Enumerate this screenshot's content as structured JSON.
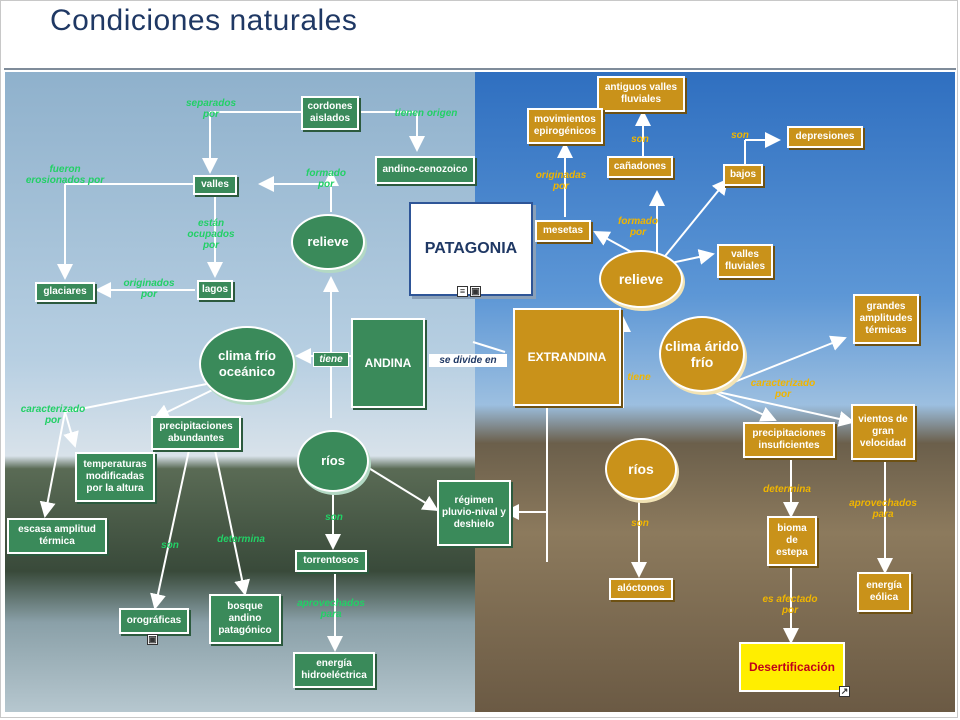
{
  "slide": {
    "title": "Condiciones naturales"
  },
  "colors": {
    "andina_green": "#3a8a5a",
    "extrandina_gold": "#c9921a",
    "title_blue": "#1f3864"
  },
  "icons": [
    "document-icon",
    "image-icon",
    "image-icon",
    "link-arrow-icon"
  ],
  "nodes": {
    "patagonia": "PATAGONIA",
    "andina": "ANDINA",
    "extrandina": "EXTRANDINA",
    "se_divide_en": "se divide en",
    "tiene_andina": "tiene",
    "tiene_extrandina": "tiene",
    "andina_side": {
      "relieve": "relieve",
      "clima": "clima frío oceánico",
      "rios": "ríos",
      "cordones": "cordones aislados",
      "andino_cenozoico": "andino-cenozoico",
      "valles": "valles",
      "lagos": "lagos",
      "glaciares": "glaciares",
      "precipitaciones": "precipitaciones abundantes",
      "temperaturas": "temperaturas modificadas por la altura",
      "escasa_amplitud": "escasa amplitud térmica",
      "orograficas": "orográficas",
      "bosque": "bosque andino patagónico",
      "torrentosos": "torrentosos",
      "energia_hidro": "energía hidroeléctrica",
      "regimen": "régimen pluvio-nival y deshielo"
    },
    "extrandina_side": {
      "relieve": "relieve",
      "clima": "clima árido frío",
      "rios": "ríos",
      "antiguos_valles": "antiguos valles fluviales",
      "movimientos": "movimientos epirogénicos",
      "canadones": "cañadones",
      "mesetas": "mesetas",
      "bajos": "bajos",
      "depresiones": "depresiones",
      "valles_fluviales": "valles fluviales",
      "grandes_amplitudes": "grandes amplitudes térmicas",
      "vientos": "vientos de gran velocidad",
      "precipitaciones": "precipitaciones insuficientes",
      "bioma": "bioma de estepa",
      "energia_eolica": "energía eólica",
      "aloctonos": "alóctonos",
      "desertificacion": "Desertificación"
    }
  },
  "link_labels": {
    "andina_side": {
      "separados_por": "separados por",
      "tienen_origen": "tienen origen",
      "fueron_erosionados_por": "fueron erosionados por",
      "formado_por": "formado por",
      "estan_ocupados_por": "están ocupados por",
      "originados_por": "originados por",
      "caracterizado_por": "caracterizado por",
      "son_rios": "son",
      "son_orograficas": "son",
      "determina": "determina",
      "aprovechados_para": "aprovechados para"
    },
    "extrandina_side": {
      "son_canadones": "son",
      "originadas_por": "originadas por",
      "son_depresiones": "son",
      "formado_por": "formado por",
      "caracterizado_por": "caracterizado por",
      "determina": "determina",
      "aprovechados_para": "aprovechados para",
      "son_rios": "son",
      "es_afectado_por": "es afectado por"
    }
  }
}
